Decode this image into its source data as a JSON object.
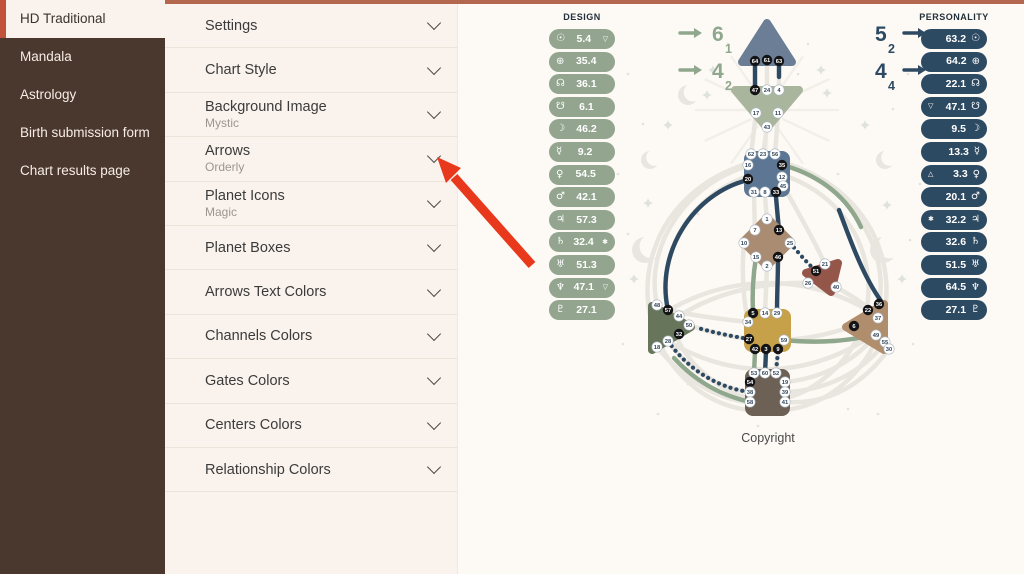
{
  "palette": {
    "top_stripe": "#b4674f",
    "sidebar_bg": "#4a372e",
    "selected_stripe": "#c05339",
    "panel_bg": "#faf3ed",
    "chart_bg": "#fdfaf5",
    "design_green": "#93a58f",
    "personality_navy": "#2d4a63",
    "channel_navy": "#2e4a63",
    "channel_green": "#8fa78c",
    "annotation_red": "#e8391c"
  },
  "sidebar": {
    "items": [
      {
        "label": "HD Traditional",
        "selected": true
      },
      {
        "label": "Mandala",
        "selected": false
      },
      {
        "label": "Astrology",
        "selected": false
      },
      {
        "label": "Birth submission form",
        "selected": false
      },
      {
        "label": "Chart results page",
        "selected": false
      }
    ]
  },
  "settings_panel": {
    "items": [
      {
        "label": "Settings",
        "value": ""
      },
      {
        "label": "Chart Style",
        "value": ""
      },
      {
        "label": "Background Image",
        "value": "Mystic"
      },
      {
        "label": "Arrows",
        "value": "Orderly"
      },
      {
        "label": "Planet Icons",
        "value": "Magic"
      },
      {
        "label": "Planet Boxes",
        "value": ""
      },
      {
        "label": "Arrows Text Colors",
        "value": ""
      },
      {
        "label": "Channels Colors",
        "value": ""
      },
      {
        "label": "Gates Colors",
        "value": ""
      },
      {
        "label": "Centers Colors",
        "value": ""
      },
      {
        "label": "Relationship Colors",
        "value": ""
      }
    ]
  },
  "chart": {
    "copyright": "Copyright",
    "design": {
      "title": "DESIGN",
      "rows": [
        {
          "planet": "sun",
          "glyph": "☉",
          "value": "5.4",
          "marker": "▽"
        },
        {
          "planet": "earth",
          "glyph": "⊕",
          "value": "35.4",
          "marker": ""
        },
        {
          "planet": "north-node",
          "glyph": "☊",
          "value": "36.1",
          "marker": ""
        },
        {
          "planet": "south-node",
          "glyph": "☋",
          "value": "6.1",
          "marker": ""
        },
        {
          "planet": "moon",
          "glyph": "☽",
          "value": "46.2",
          "marker": ""
        },
        {
          "planet": "mercury",
          "glyph": "☿",
          "value": "9.2",
          "marker": ""
        },
        {
          "planet": "venus",
          "glyph": "♀",
          "value": "54.5",
          "marker": ""
        },
        {
          "planet": "mars",
          "glyph": "♂",
          "value": "42.1",
          "marker": ""
        },
        {
          "planet": "jupiter",
          "glyph": "♃",
          "value": "57.3",
          "marker": ""
        },
        {
          "planet": "saturn",
          "glyph": "♄",
          "value": "32.4",
          "marker": "✱"
        },
        {
          "planet": "uranus",
          "glyph": "♅",
          "value": "51.3",
          "marker": ""
        },
        {
          "planet": "neptune",
          "glyph": "♆",
          "value": "47.1",
          "marker": "▽"
        },
        {
          "planet": "pluto",
          "glyph": "♇",
          "value": "27.1",
          "marker": ""
        }
      ]
    },
    "personality": {
      "title": "PERSONALITY",
      "rows": [
        {
          "planet": "sun",
          "glyph": "☉",
          "value": "63.2",
          "marker": ""
        },
        {
          "planet": "earth",
          "glyph": "⊕",
          "value": "64.2",
          "marker": ""
        },
        {
          "planet": "north-node",
          "glyph": "☊",
          "value": "22.1",
          "marker": ""
        },
        {
          "planet": "south-node",
          "glyph": "☋",
          "value": "47.1",
          "marker": "▽"
        },
        {
          "planet": "moon",
          "glyph": "☽",
          "value": "9.5",
          "marker": ""
        },
        {
          "planet": "mercury",
          "glyph": "☿",
          "value": "13.3",
          "marker": ""
        },
        {
          "planet": "venus",
          "glyph": "♀",
          "value": "3.3",
          "marker": "△"
        },
        {
          "planet": "mars",
          "glyph": "♂",
          "value": "20.1",
          "marker": ""
        },
        {
          "planet": "jupiter",
          "glyph": "♃",
          "value": "32.2",
          "marker": "✱"
        },
        {
          "planet": "saturn",
          "glyph": "♄",
          "value": "32.6",
          "marker": ""
        },
        {
          "planet": "uranus",
          "glyph": "♅",
          "value": "51.5",
          "marker": ""
        },
        {
          "planet": "neptune",
          "glyph": "♆",
          "value": "64.5",
          "marker": ""
        },
        {
          "planet": "pluto",
          "glyph": "♇",
          "value": "27.1",
          "marker": ""
        }
      ]
    },
    "arrows": {
      "left": [
        {
          "big": "6",
          "small": "1"
        },
        {
          "big": "4",
          "small": "2"
        }
      ],
      "right": [
        {
          "big": "5",
          "small": "2"
        },
        {
          "big": "4",
          "small": "4"
        }
      ]
    },
    "centers": [
      {
        "name": "head",
        "color": "#6b7e96",
        "gates": [
          {
            "n": "64",
            "filled": true
          },
          {
            "n": "61",
            "filled": true
          },
          {
            "n": "63",
            "filled": true
          }
        ]
      },
      {
        "name": "ajna",
        "color": "#a9b59c",
        "gates": [
          {
            "n": "47",
            "filled": true
          },
          {
            "n": "24"
          },
          {
            "n": "4"
          },
          {
            "n": "17"
          },
          {
            "n": "11"
          },
          {
            "n": "43"
          }
        ]
      },
      {
        "name": "throat",
        "color": "#5d7693",
        "gates": [
          {
            "n": "62"
          },
          {
            "n": "23"
          },
          {
            "n": "56"
          },
          {
            "n": "16"
          },
          {
            "n": "35",
            "filled": true
          },
          {
            "n": "20",
            "filled": true
          },
          {
            "n": "12"
          },
          {
            "n": "45"
          },
          {
            "n": "31"
          },
          {
            "n": "8"
          },
          {
            "n": "33",
            "filled": true
          }
        ]
      },
      {
        "name": "g-center",
        "color": "#aa8c72",
        "gates": [
          {
            "n": "1"
          },
          {
            "n": "7"
          },
          {
            "n": "13",
            "filled": true
          },
          {
            "n": "10"
          },
          {
            "n": "25"
          },
          {
            "n": "15"
          },
          {
            "n": "46",
            "filled": true
          },
          {
            "n": "2"
          }
        ]
      },
      {
        "name": "heart",
        "color": "#95564a",
        "gates": [
          {
            "n": "21"
          },
          {
            "n": "51",
            "filled": true
          },
          {
            "n": "26"
          },
          {
            "n": "40"
          }
        ]
      },
      {
        "name": "spleen",
        "color": "#67755b",
        "gates": [
          {
            "n": "48"
          },
          {
            "n": "57",
            "filled": true
          },
          {
            "n": "44"
          },
          {
            "n": "50"
          },
          {
            "n": "32",
            "filled": true
          },
          {
            "n": "28"
          },
          {
            "n": "18"
          }
        ]
      },
      {
        "name": "solar-plexus",
        "color": "#b08d6d",
        "gates": [
          {
            "n": "36",
            "filled": true
          },
          {
            "n": "22",
            "filled": true
          },
          {
            "n": "37"
          },
          {
            "n": "6",
            "filled": true
          },
          {
            "n": "49"
          },
          {
            "n": "55"
          },
          {
            "n": "30"
          }
        ]
      },
      {
        "name": "sacral",
        "color": "#c7a14a",
        "gates": [
          {
            "n": "5",
            "filled": true
          },
          {
            "n": "14"
          },
          {
            "n": "29"
          },
          {
            "n": "34"
          },
          {
            "n": "27",
            "filled": true
          },
          {
            "n": "59"
          },
          {
            "n": "42",
            "filled": true
          },
          {
            "n": "3",
            "filled": true
          },
          {
            "n": "9",
            "filled": true
          }
        ]
      },
      {
        "name": "root",
        "color": "#6d6156",
        "gates": [
          {
            "n": "53"
          },
          {
            "n": "60"
          },
          {
            "n": "52"
          },
          {
            "n": "54",
            "filled": true
          },
          {
            "n": "19"
          },
          {
            "n": "38"
          },
          {
            "n": "39"
          },
          {
            "n": "58"
          },
          {
            "n": "41"
          }
        ]
      }
    ],
    "channels": [
      {
        "id": "64-47",
        "color": "navy",
        "style": "solid"
      },
      {
        "id": "63-4-half",
        "color": "navy",
        "style": "solid"
      },
      {
        "id": "20-57",
        "color": "navy",
        "style": "solid"
      },
      {
        "id": "33-13",
        "color": "navy",
        "style": "solid"
      },
      {
        "id": "46-29",
        "color": "navy",
        "style": "solid"
      },
      {
        "id": "3-60",
        "color": "navy",
        "style": "solid"
      },
      {
        "id": "right-arc-navy",
        "color": "navy",
        "style": "solid"
      },
      {
        "id": "42-53",
        "color": "green",
        "style": "solid"
      },
      {
        "id": "15-5",
        "color": "green",
        "style": "solid"
      },
      {
        "id": "35-36-upper",
        "color": "green",
        "style": "solid"
      },
      {
        "id": "59-49-green",
        "color": "green",
        "style": "solid"
      },
      {
        "id": "left-arc-green",
        "color": "green",
        "style": "solid"
      },
      {
        "id": "25-51",
        "color": "navy",
        "style": "dotted"
      },
      {
        "id": "27-50",
        "color": "navy",
        "style": "dotted"
      },
      {
        "id": "28-38",
        "color": "navy",
        "style": "dotted"
      },
      {
        "id": "9-52",
        "color": "navy",
        "style": "dotted"
      }
    ]
  }
}
